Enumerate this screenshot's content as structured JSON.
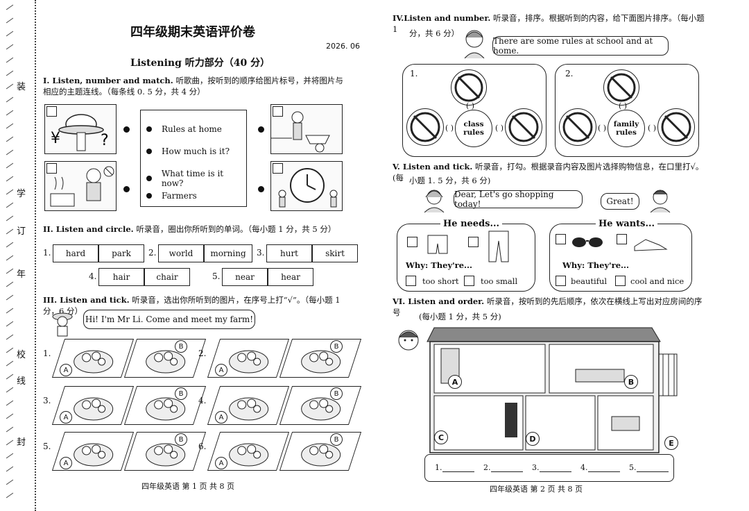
{
  "binding": {
    "chars": [
      "装",
      "学",
      "订",
      "年",
      "线",
      "校",
      "封"
    ]
  },
  "page1": {
    "title": "四年级期末英语评价卷",
    "date": "2026. 06",
    "subtitle": "Listening 听力部分（40 分）",
    "sec1": {
      "heading": "I. Listen, number and match.",
      "text": "听歌曲，按听到的顺序给图片标号，并将图片与相应的主题连线。（每条线 0. 5 分，共 4 分）",
      "themes": [
        "Rules at home",
        "How much is it?",
        "What time is it now?",
        "Farmers"
      ]
    },
    "sec2": {
      "heading": "II. Listen and circle.",
      "text": "听录音，圈出你所听到的单词。（每小题 1 分，共 5 分）",
      "items": [
        {
          "n": "1.",
          "a": "hard",
          "b": "park"
        },
        {
          "n": "2.",
          "a": "world",
          "b": "morning"
        },
        {
          "n": "3.",
          "a": "hurt",
          "b": "skirt"
        },
        {
          "n": "4.",
          "a": "hair",
          "b": "chair"
        },
        {
          "n": "5.",
          "a": "near",
          "b": "hear"
        }
      ]
    },
    "sec3": {
      "heading": "III. Listen and tick.",
      "text": "听录音，选出你所听到的图片，在序号上打“√”。（每小题 1 分，6 分）",
      "speech": "Hi! I'm Mr Li. Come and meet my farm!",
      "nums": [
        "1.",
        "2.",
        "3.",
        "4.",
        "5.",
        "6."
      ],
      "a": "A",
      "b": "B"
    },
    "footer": "四年级英语    第 1 页 共 8 页"
  },
  "page2": {
    "sec4": {
      "heading": "IV.Listen and number.",
      "text1": "听录音，排序。根据听到的内容，给下面图片排序。（每小题 1",
      "text2": "分，共 6 分）",
      "speech": "There are some rules at school and at home.",
      "n1": "1.",
      "n2": "2.",
      "center1": "class rules",
      "center2": "family rules",
      "paren": "(   )"
    },
    "sec5": {
      "heading": "V. Listen and tick.",
      "text1": "听录音，打勾。根据录音内容及图片选择购物信息，在口里打√。(每",
      "text2": "小题 1. 5 分，共 6 分)",
      "speech1": "Dear, Let's go shopping today!",
      "speech2": "Great!",
      "needs": "He needs...",
      "wants": "He wants...",
      "why": "Why: They're...",
      "opts_needs": [
        "too short",
        "too small"
      ],
      "opts_wants": [
        "beautiful",
        "cool and nice"
      ]
    },
    "sec6": {
      "heading": "VI. Listen and order.",
      "text1": "听录音，按听到的先后顺序，依次在横线上写出对应房间的序号",
      "text2": "(每小题 1 分，共 5 分)",
      "rooms": [
        "A",
        "B",
        "C",
        "D",
        "E"
      ],
      "blanks": [
        "1.",
        "2.",
        "3.",
        "4.",
        "5."
      ]
    },
    "footer": "四年级英语    第 2 页 共 8 页"
  }
}
